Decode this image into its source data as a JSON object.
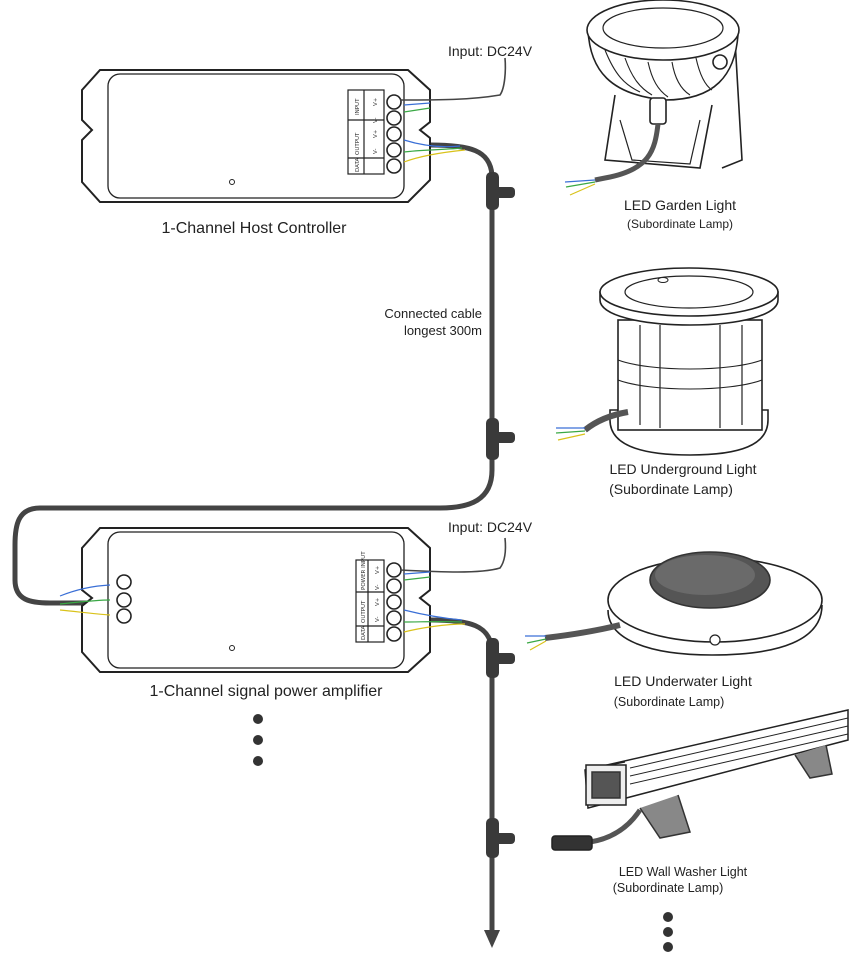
{
  "labels": {
    "input_top": "Input: DC24V",
    "input_bottom": "Input: DC24V",
    "host_controller": "1-Channel Host Controller",
    "amplifier": "1-Channel signal power amplifier",
    "cable_note_line1": "Connected cable",
    "cable_note_line2": "longest 300m"
  },
  "lamps": [
    {
      "name": "LED Garden Light",
      "sub": "(Subordinate Lamp)"
    },
    {
      "name": "LED Underground Light",
      "sub": "(Subordinate Lamp)"
    },
    {
      "name": "LED Underwater Light",
      "sub": "(Subordinate Lamp)"
    },
    {
      "name": "LED Wall Washer Light",
      "sub": "(Subordinate Lamp)"
    }
  ],
  "terminal_labels": {
    "input": "INPUT",
    "output": "OUTPUT",
    "data": "DATA",
    "power_input": "POWER INPUT",
    "v_plus": "V+",
    "v_minus": "V-"
  },
  "colors": {
    "cable": "#444444",
    "outline": "#222222",
    "wire_blue": "#3a6fd6",
    "wire_green": "#3aa845",
    "wire_yellow": "#d9c21a"
  }
}
